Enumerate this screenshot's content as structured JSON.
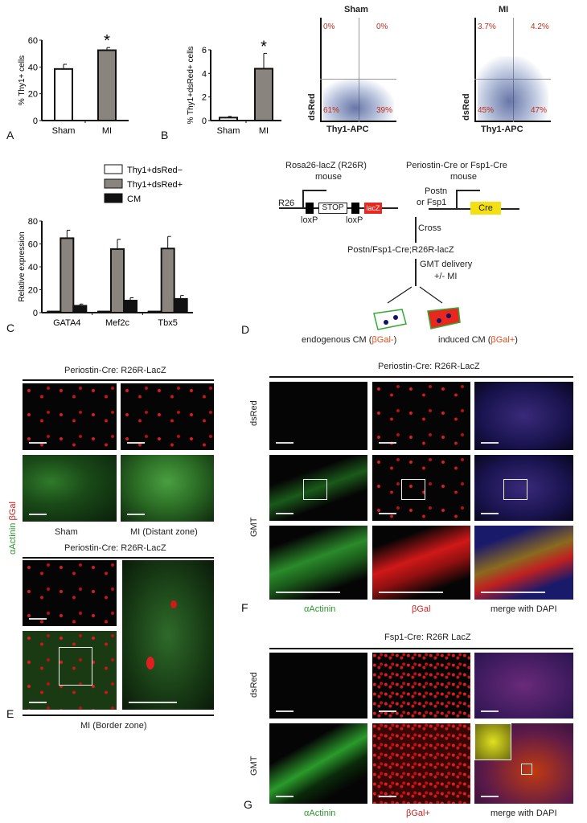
{
  "chart_data": [
    {
      "type": "bar",
      "panel": "A",
      "categories": [
        "Sham",
        "MI"
      ],
      "values": [
        38.5,
        52.5
      ],
      "errors": [
        3.5,
        2
      ],
      "ylabel": "% Thy1+ cells",
      "ylim": [
        0,
        60
      ],
      "yticks": [
        "0",
        "20",
        "40",
        "60"
      ],
      "annotation": "*",
      "colors": [
        "#ffffff",
        "#8a847e"
      ]
    },
    {
      "type": "bar",
      "panel": "B",
      "categories": [
        "Sham",
        "MI"
      ],
      "values": [
        0.25,
        4.4
      ],
      "errors": [
        0.1,
        1.3
      ],
      "ylabel": "% Thy1+dsRed+ cells",
      "ylim": [
        0,
        6
      ],
      "yticks": [
        "0",
        "2",
        "4",
        "6"
      ],
      "annotation": "*",
      "colors": [
        "#ffffff",
        "#8a847e"
      ]
    },
    {
      "type": "bar",
      "panel": "C",
      "categories": [
        "GATA4",
        "Mef2c",
        "Tbx5"
      ],
      "ylabel": "Relative expression",
      "ylim": [
        0,
        80
      ],
      "yticks": [
        "0",
        "20",
        "40",
        "60",
        "80"
      ],
      "series": [
        {
          "name": "Thy1+dsRed−",
          "values": [
            1,
            1,
            1
          ],
          "color": "#ffffff"
        },
        {
          "name": "Thy1+dsRed+",
          "values": [
            65,
            55.5,
            56
          ],
          "errors": [
            7,
            8.5,
            10.5
          ],
          "color": "#8a847e"
        },
        {
          "name": "CM",
          "values": [
            6,
            10.5,
            12
          ],
          "errors": [
            1.5,
            2.5,
            3
          ],
          "color": "#111111"
        }
      ]
    }
  ],
  "flow": [
    {
      "title": "Sham",
      "q": [
        "0%",
        "0%",
        "61%",
        "39%"
      ],
      "xlabel": "Thy1-APC",
      "ylabel": "dsRed"
    },
    {
      "title": "MI",
      "q": [
        "3.7%",
        "4.2%",
        "45%",
        "47%"
      ],
      "xlabel": "Thy1-APC",
      "ylabel": "dsRed"
    }
  ],
  "panels": {
    "A": "A",
    "B": "B",
    "C": "C",
    "D": "D",
    "E": "E",
    "F": "F",
    "G": "G"
  },
  "diagram": {
    "left_title": "Rosa26-lacZ (R26R)",
    "left_sub": "mouse",
    "r26": "R26",
    "stop": "STOP",
    "loxp": "loxP",
    "lacz": "lacZ",
    "right_title": "Periostin-Cre or Fsp1-Cre",
    "right_sub": "mouse",
    "postn1": "Postn",
    "postn2": "or Fsp1",
    "cre": "Cre",
    "cross": "Cross",
    "cross_result": "Postn/Fsp1-Cre;R26R-lacZ",
    "gmt1": "GMT delivery",
    "gmt2": "+/- MI",
    "endo": "endogenous CM (",
    "endo_b": "βGal-",
    ")": ")",
    "induced": "induced CM (",
    "induced_b": "βGal+"
  },
  "E": {
    "title1": "Periostin-Cre: R26R-LacZ",
    "sham": "Sham",
    "mi_distant": "MI (Distant zone)",
    "title2": "Periostin-Cre: R26R-LacZ",
    "border": "MI (Border zone)",
    "side_green": "αActinin",
    "side_red": "βGal"
  },
  "F": {
    "title": "Periostin-Cre: R26R-LacZ",
    "row1": "dsRed",
    "row2": "GMT",
    "c1": "αActinin",
    "c2": "βGal",
    "c3": "merge with DAPI"
  },
  "G": {
    "title": "Fsp1-Cre: R26R LacZ",
    "row1": "dsRed",
    "row2": "GMT",
    "c1": "αActinin",
    "c2": "βGal+",
    "c3": "merge with DAPI"
  }
}
